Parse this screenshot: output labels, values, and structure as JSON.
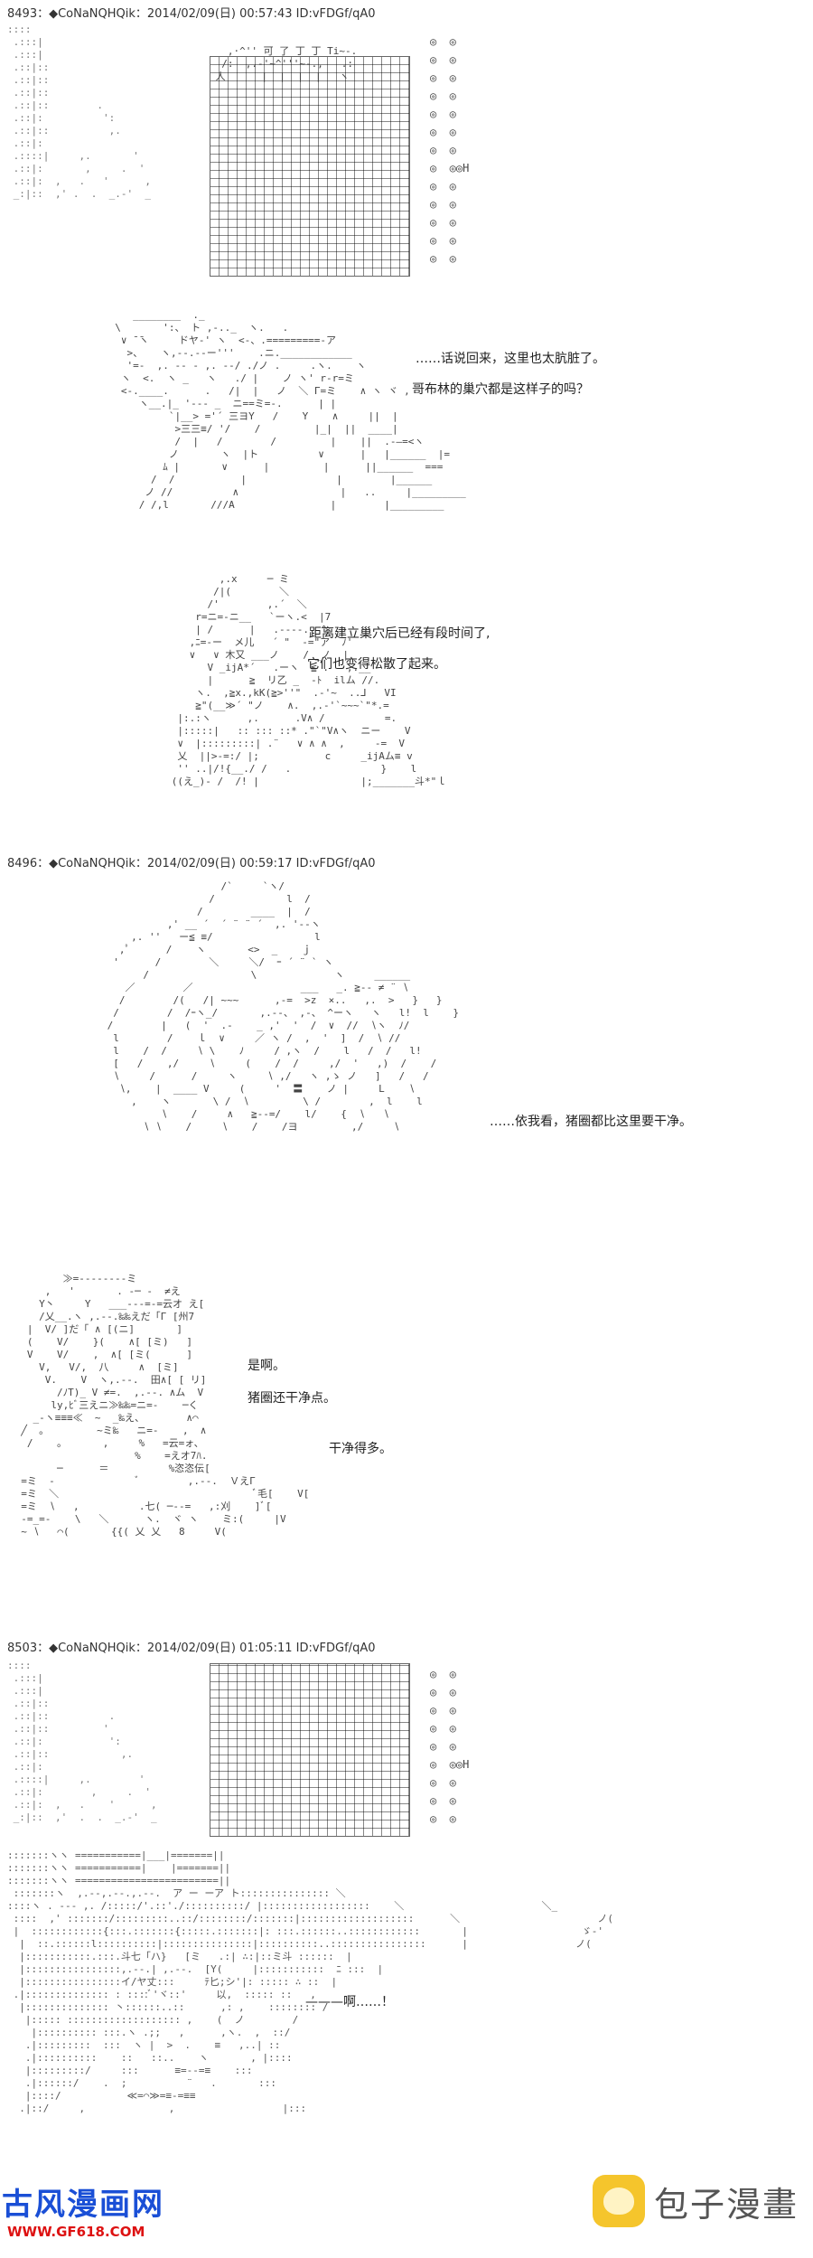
{
  "posts": [
    {
      "header": "8493：◆CoNaNQHQik：2014/02/09(日) 00:57:43 ID:vFDGf/qA0",
      "lines": [
        "……话说回来，这里也太肮脏了。",
        "哥布林的巢穴都是这样子的吗？",
        "距离建立巢穴后已经有段时间了,",
        "它们也变得松散了起来。"
      ]
    },
    {
      "header": "8496：◆CoNaNQHQik：2014/02/09(日) 00:59:17 ID:vFDGf/qA0",
      "lines": [
        "……依我看，猪圈都比这里要干净。",
        "是啊。",
        "猪圈还干净点。",
        "干净得多。"
      ]
    },
    {
      "header": "8503：◆CoNaNQHQik：2014/02/09(日) 01:05:11 ID:vFDGf/qA0",
      "lines": [
        "———啊……！"
      ]
    }
  ],
  "watermarks": {
    "left_title": "古风漫画网",
    "left_url": "WWW.GF618.COM",
    "right_title": "包子漫畫",
    "right_icon": "bun-icon"
  }
}
